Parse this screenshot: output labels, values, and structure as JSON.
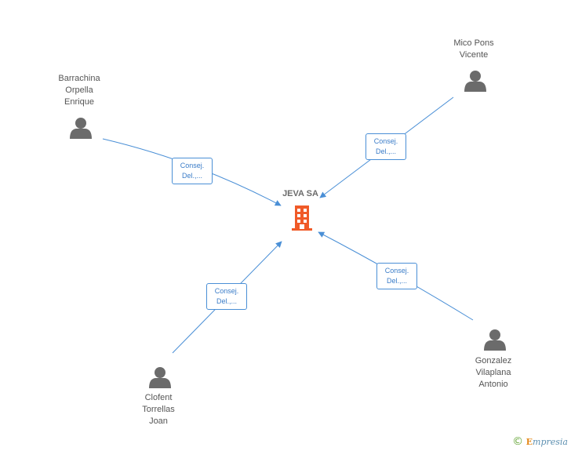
{
  "company": {
    "name": "JEVA SA",
    "icon": "building-icon",
    "color": "#f05a28"
  },
  "people": [
    {
      "id": "barrachina",
      "lines": [
        "Barrachina",
        "Orpella",
        "Enrique"
      ],
      "icon": "person-icon"
    },
    {
      "id": "mico",
      "lines": [
        "Mico Pons",
        "Vicente"
      ],
      "icon": "person-icon"
    },
    {
      "id": "clofent",
      "lines": [
        "Clofent",
        "Torrellas",
        "Joan"
      ],
      "icon": "person-icon"
    },
    {
      "id": "gonzalez",
      "lines": [
        "Gonzalez",
        "Vilaplana",
        "Antonio"
      ],
      "icon": "person-icon"
    }
  ],
  "edges": [
    {
      "from": "barrachina",
      "lines": [
        "Consej.",
        "Del.,..."
      ]
    },
    {
      "from": "mico",
      "lines": [
        "Consej.",
        "Del.,..."
      ]
    },
    {
      "from": "clofent",
      "lines": [
        "Consej.",
        "Del.,..."
      ]
    },
    {
      "from": "gonzalez",
      "lines": [
        "Consej.",
        "Del.,..."
      ]
    }
  ],
  "footer": {
    "copyright": "©",
    "brand_initial": "E",
    "brand_rest": "mpresia"
  },
  "colors": {
    "edge": "#4a8fd6",
    "person": "#6b6b6b"
  }
}
